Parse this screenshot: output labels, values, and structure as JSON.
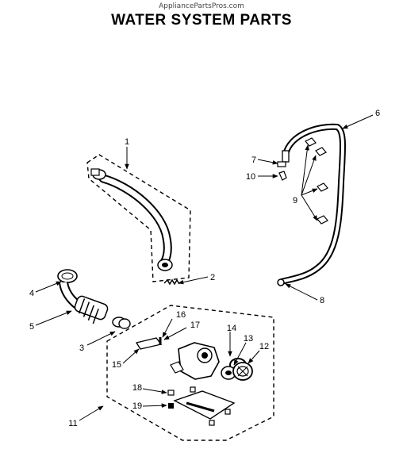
{
  "header": {
    "watermark": "AppliancePartsPros.com",
    "title": "WATER SYSTEM PARTS"
  },
  "callouts": [
    {
      "id": "1",
      "label": "1"
    },
    {
      "id": "2",
      "label": "2"
    },
    {
      "id": "3",
      "label": "3"
    },
    {
      "id": "4",
      "label": "4"
    },
    {
      "id": "5",
      "label": "5"
    },
    {
      "id": "6",
      "label": "6"
    },
    {
      "id": "7",
      "label": "7"
    },
    {
      "id": "8",
      "label": "8"
    },
    {
      "id": "9",
      "label": "9"
    },
    {
      "id": "10",
      "label": "10"
    },
    {
      "id": "11",
      "label": "11"
    },
    {
      "id": "12",
      "label": "12"
    },
    {
      "id": "13",
      "label": "13"
    },
    {
      "id": "14",
      "label": "14"
    },
    {
      "id": "15",
      "label": "15"
    },
    {
      "id": "16",
      "label": "16"
    },
    {
      "id": "17",
      "label": "17"
    },
    {
      "id": "18",
      "label": "18"
    },
    {
      "id": "19",
      "label": "19"
    }
  ]
}
